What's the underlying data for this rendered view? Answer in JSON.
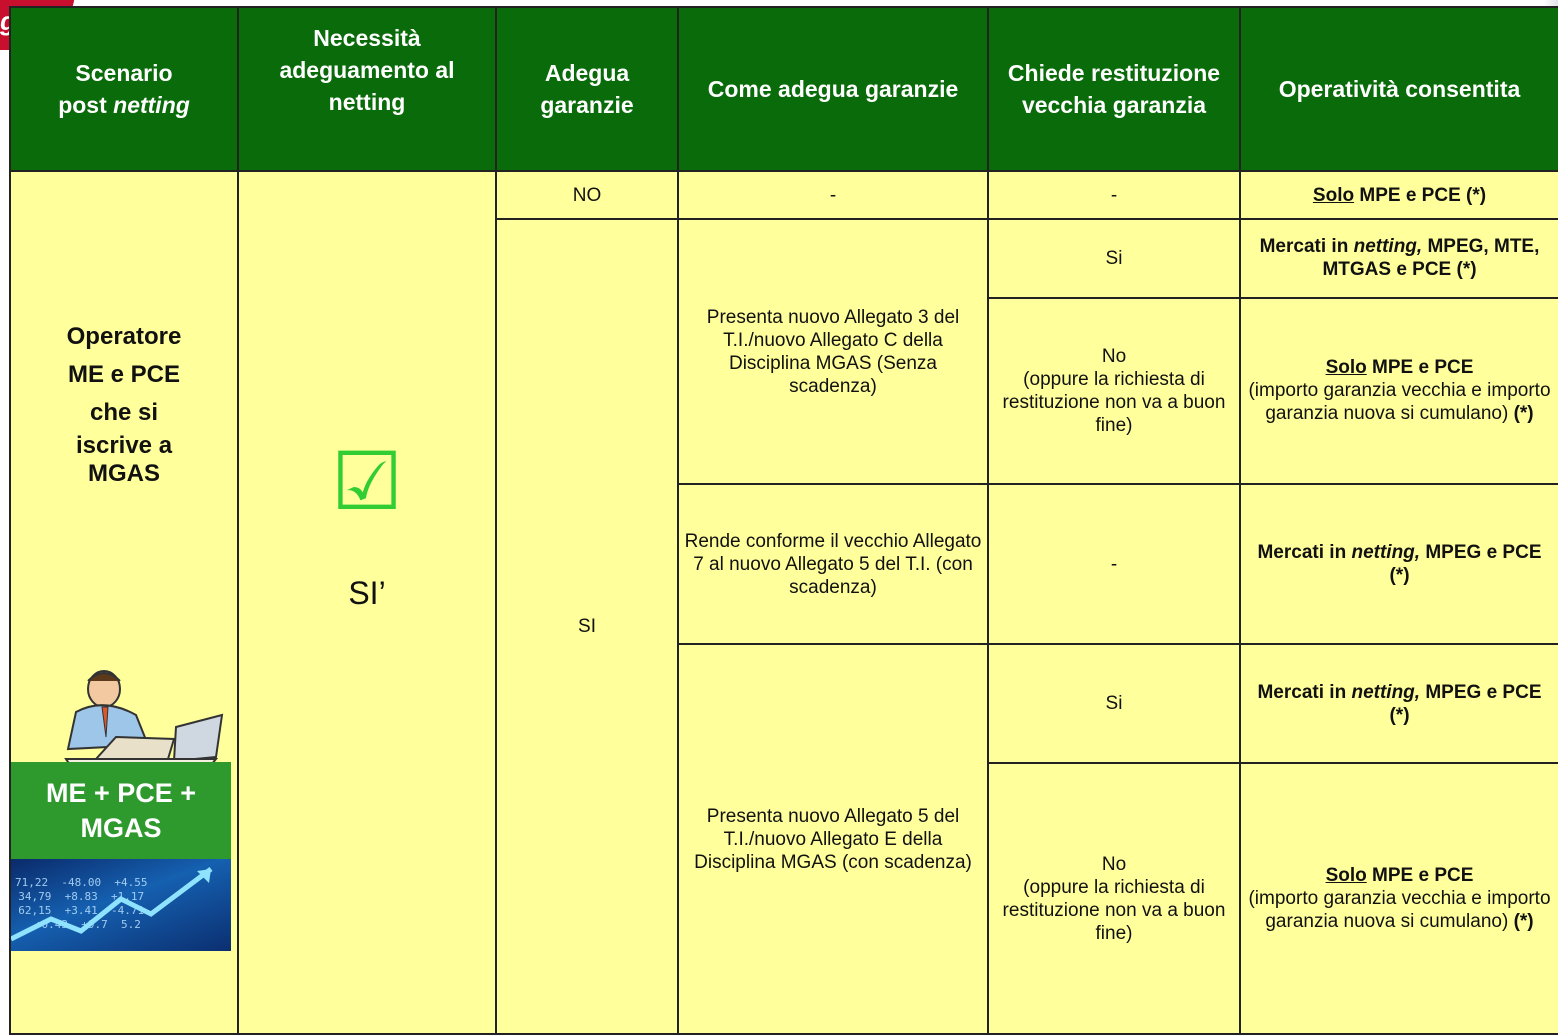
{
  "brand": {
    "corner_label": "g"
  },
  "header": {
    "scenario": "Scenario",
    "scenario_post": "post",
    "scenario_netting": "netting",
    "necessita": "Necessità adeguamento al netting",
    "adegua": "Adegua garanzie",
    "come": "Come adegua garanzie",
    "chiede": "Chiede restituzione vecchia garanzia",
    "operativita": "Operatività consentita"
  },
  "scenario": {
    "line1": "Operatore",
    "line2": "ME e PCE",
    "line3": "che si",
    "line4": "iscrive a",
    "line5": "MGAS",
    "box_line1": "ME + PCE +",
    "box_line2": "MGAS",
    "ticker_digits": "71,22  -48.00  +4.55\n34,79  +8.83  +1.17\n62,15  +3.41  -4.71\n  +0.43  +9.7  5.2"
  },
  "necessita": {
    "value": "SI’"
  },
  "rows": {
    "r1": {
      "adegua": "NO",
      "come": "-",
      "chiede": "-",
      "op_solo": "Solo",
      "op_rest": " MPE e PCE  (*)"
    },
    "adegua_si": "SI",
    "g1": {
      "come": "Presenta nuovo Allegato 3 del T.I./nuovo Allegato C della Disciplina MGAS (Senza scadenza)",
      "a_chiede": "Si",
      "a_op_1": "Mercati in ",
      "a_op_netting": "netting,",
      "a_op_2": " MPEG, MTE, MTGAS e PCE  (*)",
      "b_chiede_1": "No",
      "b_chiede_2": "(oppure la richiesta di restituzione non va a buon fine)",
      "b_op_solo": "Solo",
      "b_op_rest": " MPE e PCE",
      "b_op_detail": "(importo garanzia vecchia e importo garanzia nuova si cumulano) ",
      "b_op_star": "(*)"
    },
    "g2": {
      "come": "Rende conforme il vecchio Allegato  7 al nuovo Allegato 5 del T.I. (con scadenza)",
      "chiede": "-",
      "op_1": "Mercati in ",
      "op_netting": "netting,",
      "op_2": " MPEG e PCE  (*)"
    },
    "g3": {
      "come": "Presenta nuovo Allegato 5 del T.I./nuovo Allegato E della Disciplina MGAS (con scadenza)",
      "a_chiede": "Si",
      "a_op_1": "Mercati in ",
      "a_op_netting": "netting,",
      "a_op_2": " MPEG e PCE  (*)",
      "b_chiede_1": "No",
      "b_chiede_2": "(oppure la richiesta di restituzione non va a buon fine)",
      "b_op_solo": "Solo",
      "b_op_rest": " MPE e PCE",
      "b_op_detail": "(importo garanzia vecchia e importo garanzia nuova si cumulano) ",
      "b_op_star": "(*)"
    }
  },
  "colors": {
    "header_green": "#0a6b0a",
    "cell_yellow": "#ffff9c",
    "box_green": "#2e9a2e",
    "check_green": "#32cd32",
    "corner_red": "#c8102e"
  }
}
